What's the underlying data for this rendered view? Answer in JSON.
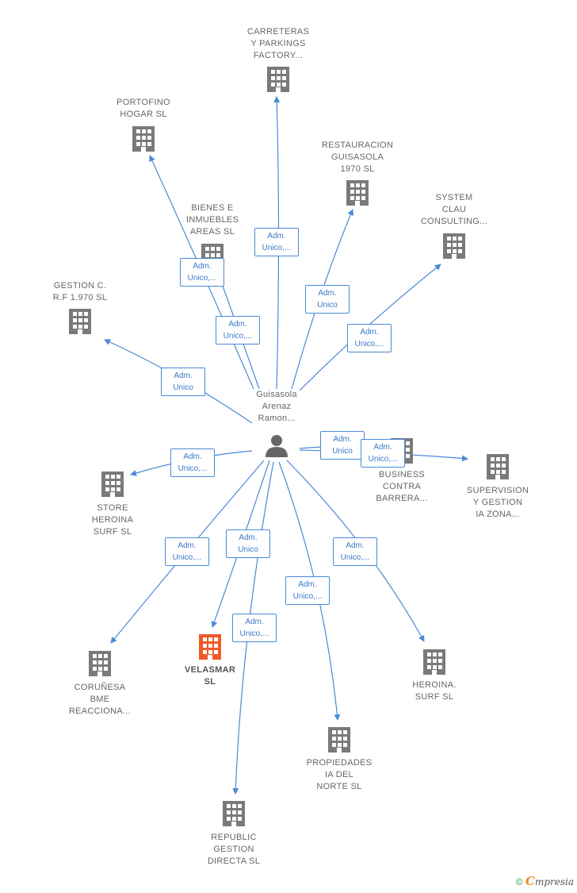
{
  "colors": {
    "edge": "#4a8ad8",
    "building": "#7a7a7a",
    "highlight": "#f05a28",
    "person": "#666666"
  },
  "center": {
    "label_lines": [
      "Guisasola",
      "Arenaz",
      "Ramon..."
    ],
    "icon": "person-icon"
  },
  "nodes": [
    {
      "id": "carreteras",
      "lines": [
        "CARRETERAS",
        "Y PARKINGS",
        "FACTORY..."
      ],
      "icon": "building-icon"
    },
    {
      "id": "portofino",
      "lines": [
        "PORTOFINO",
        "HOGAR  SL"
      ],
      "icon": "building-icon"
    },
    {
      "id": "restauracion",
      "lines": [
        "RESTAURACION",
        "GUISASOLA",
        "1970 SL"
      ],
      "icon": "building-icon"
    },
    {
      "id": "system",
      "lines": [
        "SYSTEM",
        "CLAU",
        "CONSULTING..."
      ],
      "icon": "building-icon"
    },
    {
      "id": "bienes",
      "lines": [
        "BIENES E",
        "INMUEBLES",
        "AREAS  SL"
      ],
      "icon": "building-icon"
    },
    {
      "id": "gestion",
      "lines": [
        "GESTION C.",
        "R.F 1.970  SL"
      ],
      "icon": "building-icon"
    },
    {
      "id": "store",
      "lines": [
        "STORE",
        "HEROINA",
        "SURF  SL"
      ],
      "icon": "building-icon"
    },
    {
      "id": "business",
      "lines": [
        "BUSINESS",
        "CONTRA",
        "BARRERA..."
      ],
      "icon": "building-icon"
    },
    {
      "id": "supervision",
      "lines": [
        "SUPERVISION",
        "Y GESTION",
        "IA ZONA..."
      ],
      "icon": "building-icon"
    },
    {
      "id": "corunesa",
      "lines": [
        "CORUÑESA",
        "BME",
        "REACCIONA..."
      ],
      "icon": "building-icon"
    },
    {
      "id": "velasmar",
      "lines": [
        "VELASMAR",
        "SL"
      ],
      "icon": "building-icon",
      "highlight": true
    },
    {
      "id": "heroina",
      "lines": [
        "HEROINA.",
        "SURF  SL"
      ],
      "icon": "building-icon"
    },
    {
      "id": "propiedades",
      "lines": [
        "PROPIEDADES",
        "IA DEL",
        "NORTE  SL"
      ],
      "icon": "building-icon"
    },
    {
      "id": "republic",
      "lines": [
        "REPUBLIC",
        "GESTION",
        "DIRECTA  SL"
      ],
      "icon": "building-icon"
    }
  ],
  "edges": [
    {
      "to": "carreteras",
      "label": [
        "Adm.",
        "Unico,..."
      ]
    },
    {
      "to": "portofino",
      "label": [
        "Adm.",
        "Unico,..."
      ]
    },
    {
      "to": "bienes",
      "label": [
        "Adm.",
        "Unico,..."
      ]
    },
    {
      "to": "restauracion",
      "label": [
        "Adm.",
        "Unico"
      ]
    },
    {
      "to": "system",
      "label": [
        "Adm.",
        "Unico,..."
      ]
    },
    {
      "to": "gestion",
      "label": [
        "Adm.",
        "Unico"
      ]
    },
    {
      "to": "store",
      "label": [
        "Adm.",
        "Unico,..."
      ]
    },
    {
      "to": "business",
      "label": [
        "Adm.",
        "Unico"
      ]
    },
    {
      "to": "supervision",
      "label": [
        "Adm.",
        "Unico,..."
      ]
    },
    {
      "to": "corunesa",
      "label": [
        "Adm.",
        "Unico,..."
      ]
    },
    {
      "to": "velasmar",
      "label": [
        "Adm.",
        "Unico"
      ]
    },
    {
      "to": "republic",
      "label": [
        "Adm.",
        "Unico,..."
      ]
    },
    {
      "to": "propiedades",
      "label": [
        "Adm.",
        "Unico,..."
      ]
    },
    {
      "to": "heroina",
      "label": [
        "Adm.",
        "Unico,..."
      ]
    }
  ],
  "footer": {
    "copyright": "©",
    "brand_initial": "C",
    "brand_rest": "mpresia"
  }
}
